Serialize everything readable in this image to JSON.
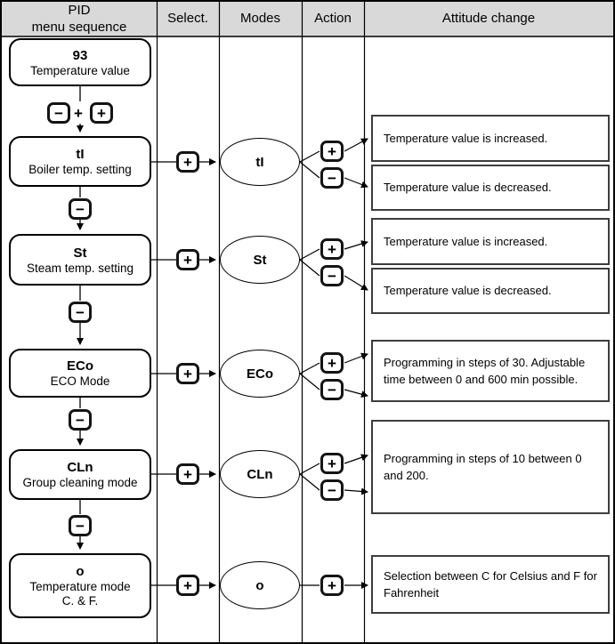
{
  "header": {
    "menu_col_line1": "PID",
    "menu_col_line2": "menu sequence",
    "select_col": "Select.",
    "modes_col": "Modes",
    "action_col": "Action",
    "attitude_col": "Attitude change"
  },
  "symbols": {
    "plus": "+",
    "minus": "−"
  },
  "colors": {
    "header_bg": "#d9d9d9",
    "line": "#000000",
    "button_border": "#141414",
    "result_border": "#3d3d3d"
  },
  "start_node": {
    "code": "93",
    "label": "Temperature value"
  },
  "rows": [
    {
      "code": "tI",
      "label": "Boiler temp. setting",
      "mode": "tI",
      "results": [
        "Temperature value is increased.",
        "Temperature value is decreased."
      ]
    },
    {
      "code": "St",
      "label": "Steam temp. setting",
      "mode": "St",
      "results": [
        "Temperature value is increased.",
        "Temperature value is decreased."
      ]
    },
    {
      "code": "ECo",
      "label": "ECO Mode",
      "mode": "ECo",
      "results": [
        "Programming in steps of 30. Adjustable time between 0 and 600 min possible."
      ]
    },
    {
      "code": "CLn",
      "label": "Group cleaning mode",
      "mode": "CLn",
      "results": [
        "Programming in steps of 10 between 0 and 200."
      ]
    },
    {
      "code": "o",
      "label": "Temperature mode",
      "label2": "C. & F.",
      "mode": "o",
      "results": [
        "Selection between C for Celsius and F for Fahrenheit"
      ]
    }
  ]
}
